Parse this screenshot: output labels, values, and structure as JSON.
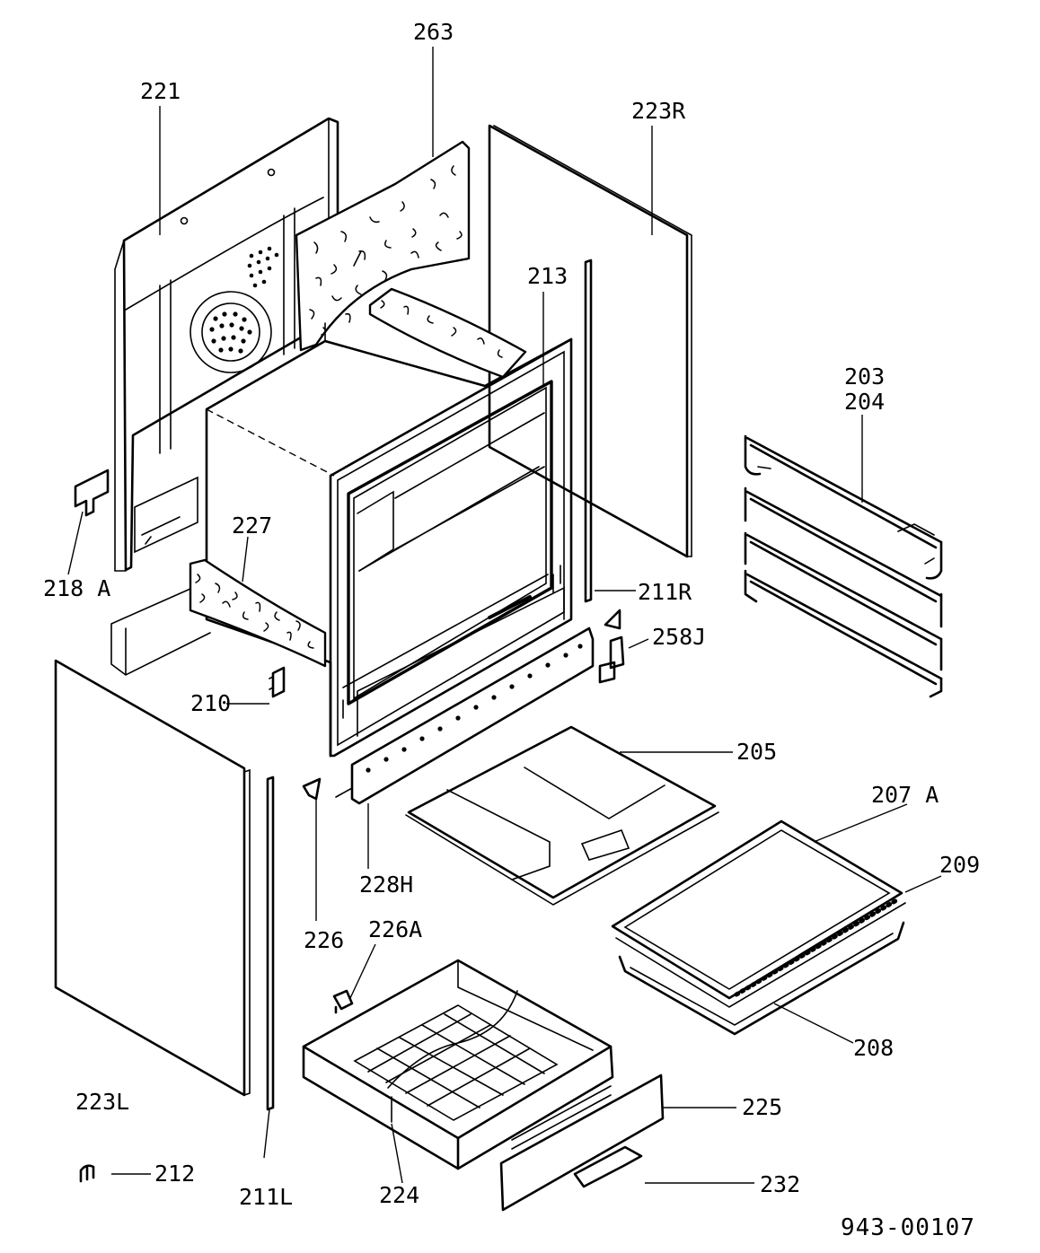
{
  "drawing_code": "943-00107",
  "callouts": [
    {
      "id": "263",
      "label": "263"
    },
    {
      "id": "221",
      "label": "221"
    },
    {
      "id": "223R",
      "label": "223R"
    },
    {
      "id": "213",
      "label": "213"
    },
    {
      "id": "203",
      "label": "203"
    },
    {
      "id": "204",
      "label": "204"
    },
    {
      "id": "227",
      "label": "227"
    },
    {
      "id": "218A",
      "label": "218 A"
    },
    {
      "id": "211R",
      "label": "211R"
    },
    {
      "id": "258J",
      "label": "258J"
    },
    {
      "id": "210",
      "label": "210"
    },
    {
      "id": "205",
      "label": "205"
    },
    {
      "id": "207A",
      "label": "207 A"
    },
    {
      "id": "209",
      "label": "209"
    },
    {
      "id": "228H",
      "label": "228H"
    },
    {
      "id": "226",
      "label": "226"
    },
    {
      "id": "226A",
      "label": "226A"
    },
    {
      "id": "208",
      "label": "208"
    },
    {
      "id": "225",
      "label": "225"
    },
    {
      "id": "223L",
      "label": "223L"
    },
    {
      "id": "212",
      "label": "212"
    },
    {
      "id": "211L",
      "label": "211L"
    },
    {
      "id": "224",
      "label": "224"
    },
    {
      "id": "232",
      "label": "232"
    }
  ]
}
